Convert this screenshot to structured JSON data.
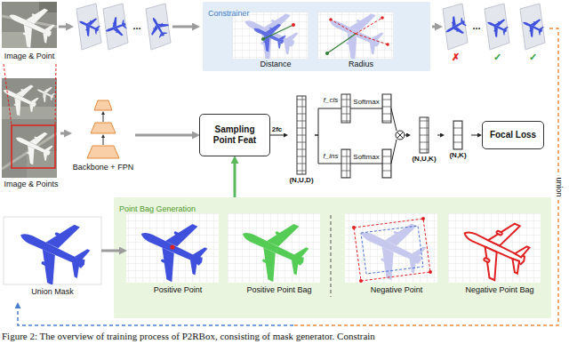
{
  "diagram": {
    "caption": "Figure 2: The overview of training process of P2RBox, consisting of mask generator. Constrain",
    "nodes": [
      {
        "text": [
          "Image & Point"
        ]
      },
      {
        "text": [
          "Constrainer"
        ]
      },
      {
        "text": [
          "Distance"
        ],
        "in": 1
      },
      {
        "text": [
          "Radius"
        ],
        "in": 1
      },
      {
        "text": [
          "Image & Points"
        ]
      },
      {
        "text": [
          "Backbone + FPN"
        ]
      },
      {
        "text": [
          "Sampling Point Feat"
        ]
      },
      {
        "text": [
          "(N,U,D)"
        ]
      },
      {
        "text": [
          "(N,U,K)"
        ]
      },
      {
        "text": [
          "(N,K)"
        ]
      },
      {
        "text": [
          "Focal Loss"
        ]
      },
      {
        "text": [
          "Union Mask"
        ]
      },
      {
        "text": [
          "Point Bag Generation"
        ]
      },
      {
        "text": [
          "Positive Point"
        ],
        "in": 12
      },
      {
        "text": [
          "Positive Point Bag"
        ],
        "in": 12
      },
      {
        "text": [
          "Negative Point"
        ],
        "in": 12
      },
      {
        "text": [
          "Negative Point Bag"
        ],
        "in": 12
      }
    ],
    "edges": [
      {
        "from": 4,
        "to": 5,
        "arrow": "to"
      },
      {
        "from": 5,
        "to": 6,
        "arrow": "to"
      },
      {
        "from": 6,
        "to": 7,
        "label": "2fc",
        "arrow": "to"
      },
      {
        "from": 7,
        "to": 8,
        "arrow": "to"
      },
      {
        "from": 8,
        "to": 9,
        "arrow": "to"
      },
      {
        "from": 9,
        "to": 10,
        "arrow": "to"
      },
      {
        "from": 12,
        "to": 6,
        "arrow": "to"
      },
      {
        "from": 11,
        "to": 13,
        "arrow": "to"
      }
    ],
    "labels": [
      "...",
      "...",
      "✗",
      "✓",
      "✓",
      "f_cls",
      "f_ins",
      "Softmax",
      "Softmax",
      "union"
    ]
  }
}
